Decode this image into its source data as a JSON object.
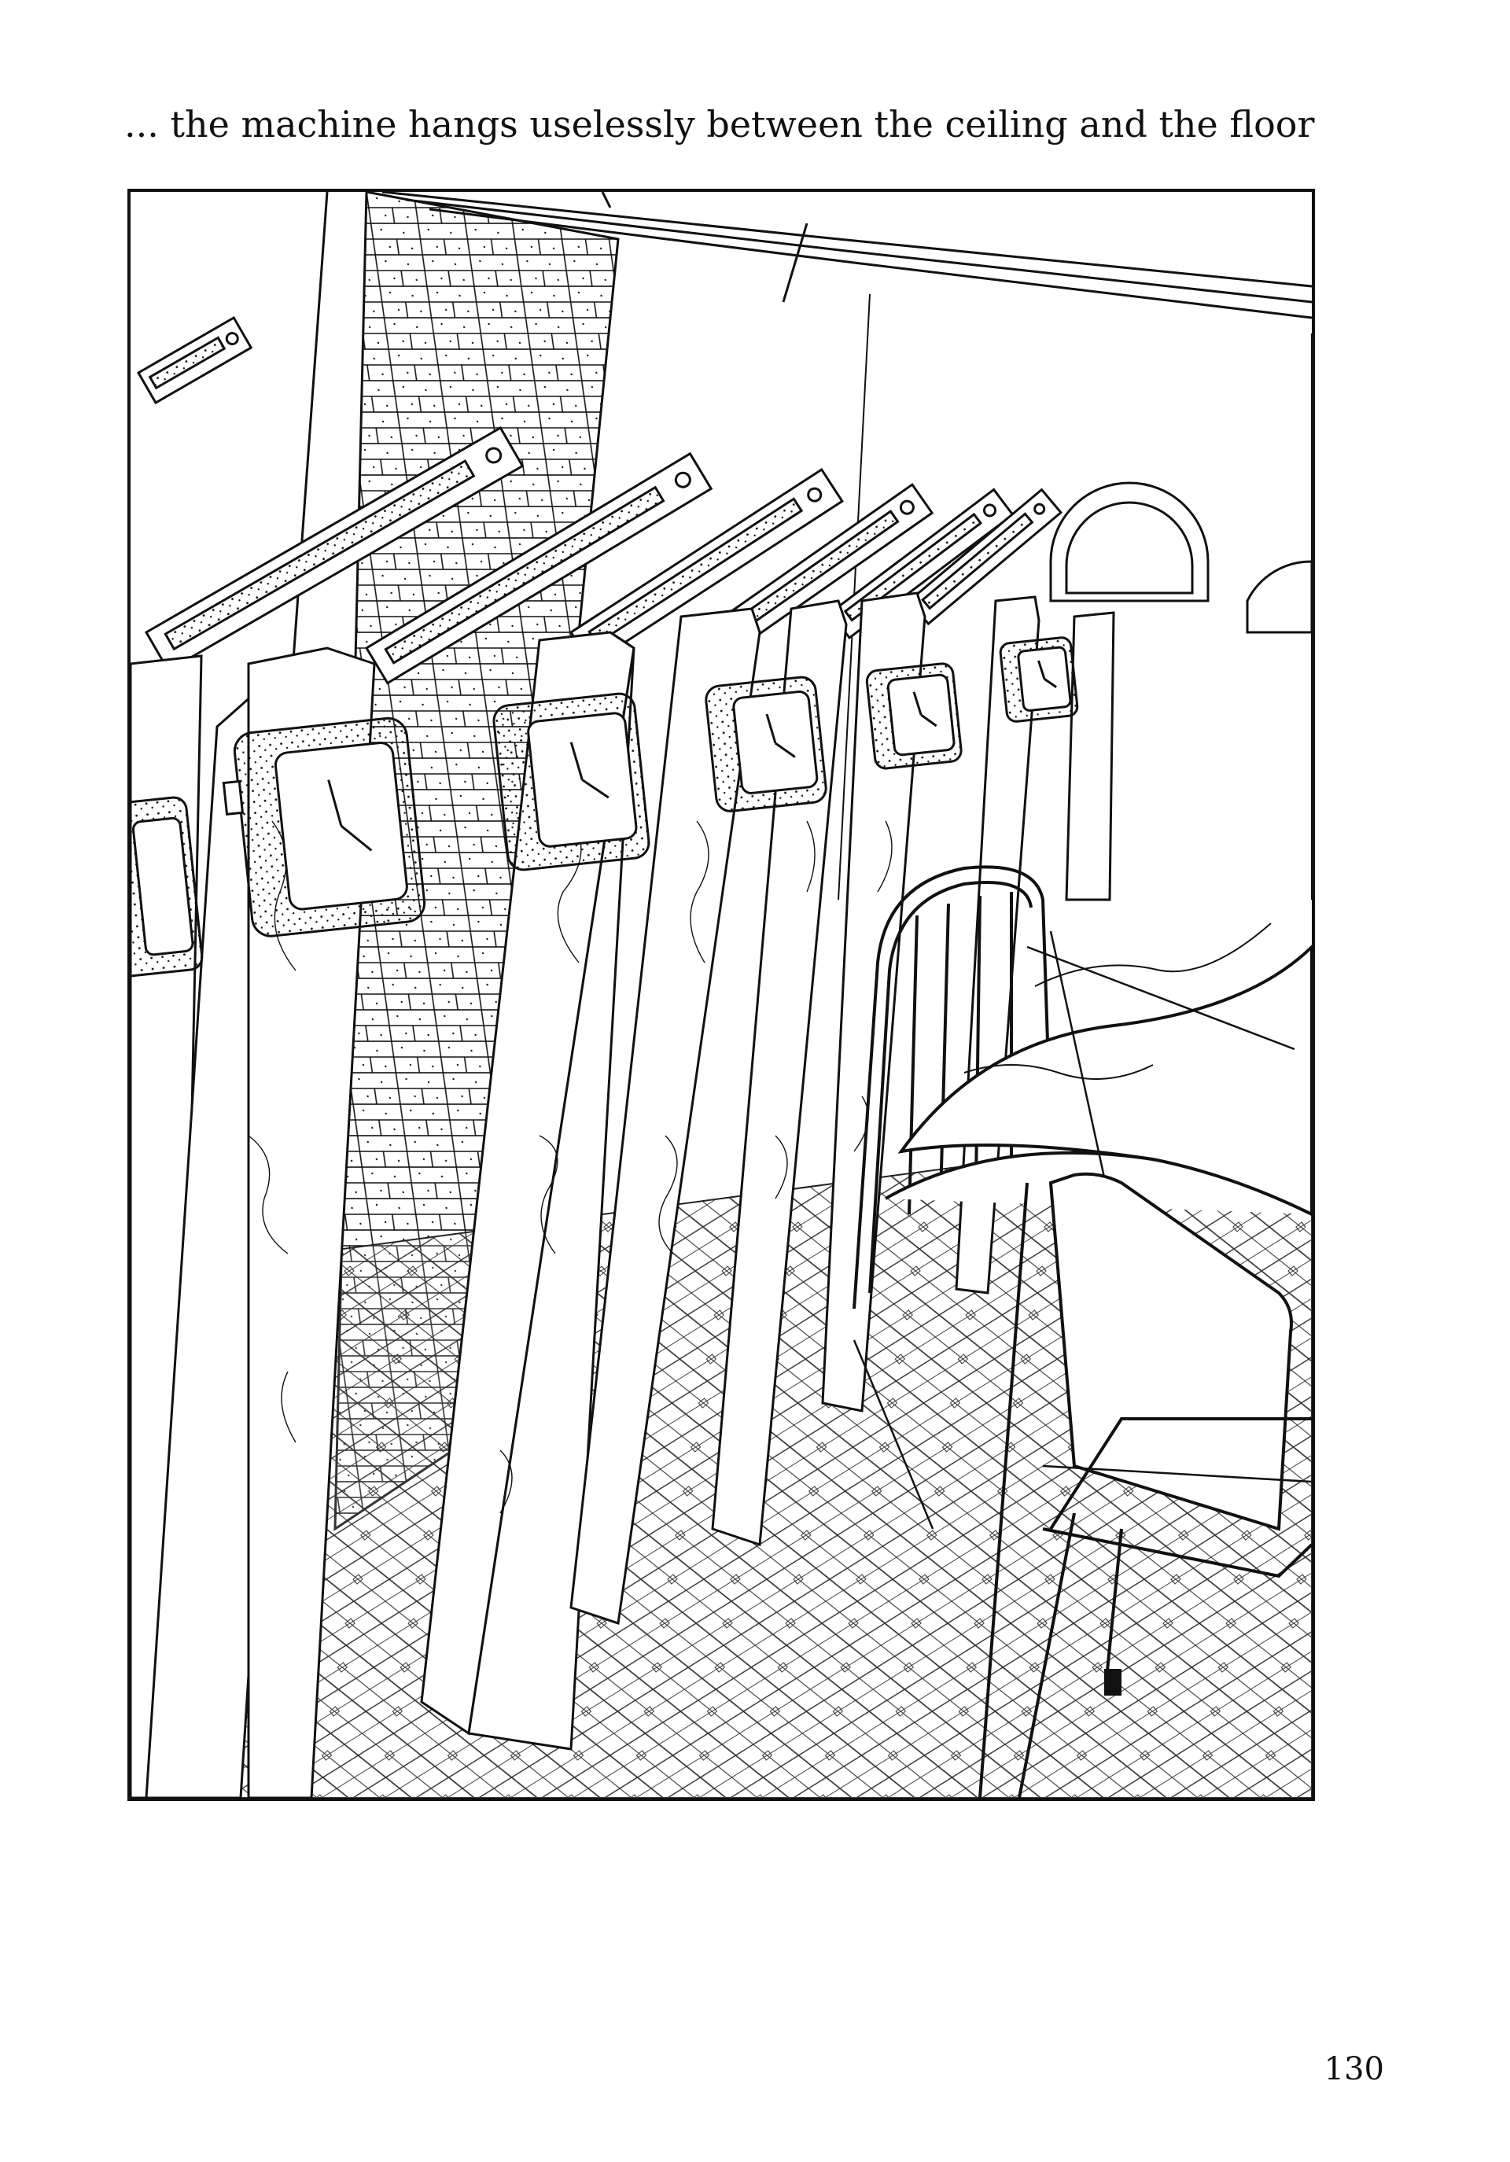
{
  "caption": "... the machine hangs uselessly between the ceiling and the floor",
  "page_number": "130",
  "illustration": {
    "icon": "line-drawing-room-with-clock-pillars",
    "ink_color": "#111111",
    "paper_color": "#ffffff"
  }
}
